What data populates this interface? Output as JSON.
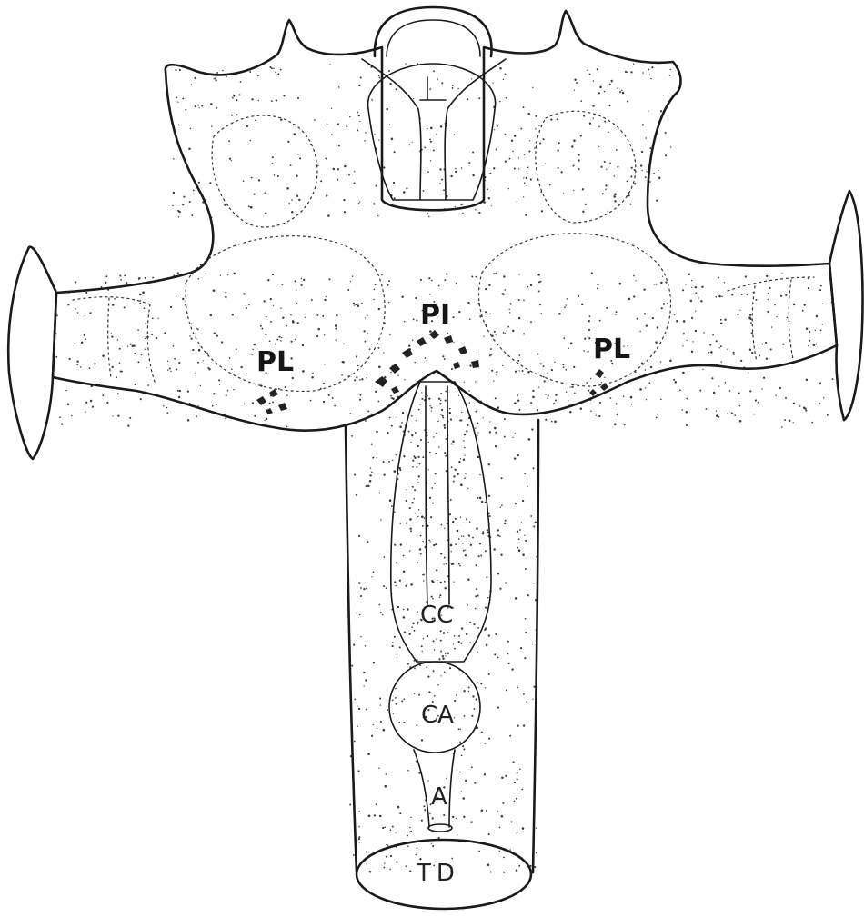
{
  "labels": {
    "pi": "PI",
    "pl_left": "PL",
    "pl_right": "PL",
    "cc": "CC",
    "ca": "CA",
    "a": "A",
    "td": "TD"
  },
  "colors": {
    "ink": "#1a1a1a",
    "background": "#ffffff"
  }
}
